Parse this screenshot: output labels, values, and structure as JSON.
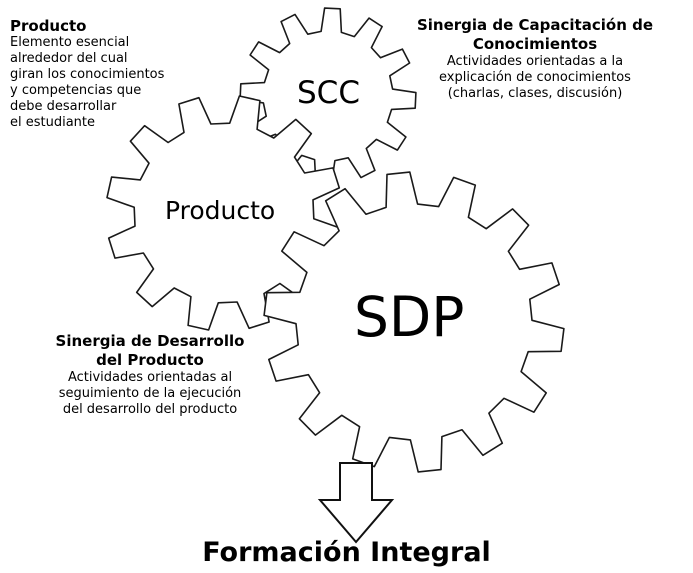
{
  "producto_note": {
    "title": "Producto",
    "lines": [
      "Elemento esencial",
      "alrededor del cual",
      "giran los conocimientos",
      "y competencias que",
      "debe desarrollar",
      "el estudiante"
    ]
  },
  "scc_note": {
    "title_lines": [
      "Sinergia de Capacitación de",
      "Conocimientos"
    ],
    "lines": [
      "Actividades orientadas a la",
      "explicación de conocimientos",
      "(charlas, clases, discusión)"
    ]
  },
  "sdp_note": {
    "title_lines": [
      "Sinergia de Desarrollo",
      "del Producto"
    ],
    "lines": [
      "Actividades orientadas al",
      "seguimiento de la ejecución",
      "del desarrollo del producto"
    ]
  },
  "gears": {
    "scc": "SCC",
    "producto": "Producto",
    "sdp": "SDP"
  },
  "result": "Formación Integral",
  "colors": {
    "ink": "#000000",
    "background": "#ffffff"
  }
}
